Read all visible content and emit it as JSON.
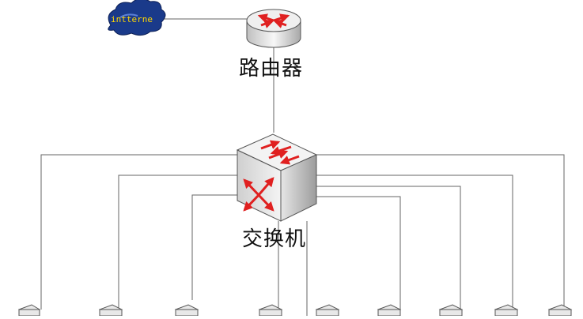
{
  "internet": {
    "label": "intterne"
  },
  "router": {
    "label": "路由器"
  },
  "switch": {
    "label": "交换机"
  },
  "colors": {
    "line": "#666666",
    "arrow": "#e02020",
    "cloud": "#1a3a8a"
  },
  "terminals": {
    "count": 9
  }
}
